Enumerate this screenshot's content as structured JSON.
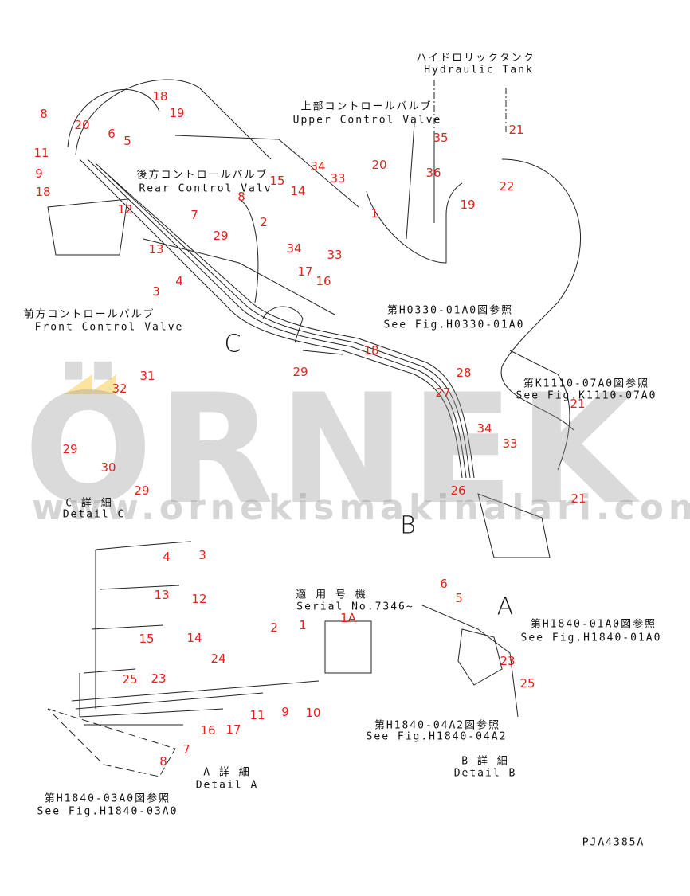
{
  "diagram": {
    "callouts": [
      "8",
      "20",
      "18",
      "19",
      "6",
      "5",
      "11",
      "9",
      "18",
      "12",
      "13",
      "3",
      "4",
      "15",
      "14",
      "34",
      "33",
      "20",
      "1",
      "7",
      "8",
      "29",
      "2",
      "34",
      "33",
      "17",
      "16",
      "18",
      "35",
      "21",
      "36",
      "22",
      "19",
      "29",
      "28",
      "27",
      "34",
      "33",
      "26",
      "21",
      "21",
      "31",
      "32",
      "29",
      "30",
      "29",
      "4",
      "3",
      "13",
      "12",
      "15",
      "14",
      "24",
      "25",
      "23",
      "2",
      "1",
      "1A",
      "11",
      "9",
      "10",
      "16",
      "17",
      "8",
      "7",
      "6",
      "5",
      "23",
      "25"
    ],
    "captions": {
      "hydraulic_tank_jp": "ハイドロリックタンク",
      "hydraulic_tank_en": "Hydraulic Tank",
      "upper_valve_jp": "上部コントロールバルブ",
      "upper_valve_en": "Upper Control Valve",
      "rear_valve_jp": "後方コントロールバルブ",
      "rear_valve_en": "Rear Control Valv",
      "front_valve_jp": "前方コントロールバルブ",
      "front_valve_en": "Front Control Valve",
      "ref_h0330_jp": "第H0330-01A0図参照",
      "ref_h0330_en": "See Fig.H0330-01A0",
      "ref_k1110_jp": "第K1110-07A0図参照",
      "ref_k1110_en": "See Fig.K1110-07A0",
      "detail_c_jp": "C 詳 細",
      "detail_c_en": "Detail C",
      "serial_jp": "適 用 号 機",
      "serial_en": "Serial No.7346~",
      "ref_h1840_01_jp": "第H1840-01A0図参照",
      "ref_h1840_01_en": "See Fig.H1840-01A0",
      "ref_h1840_04_jp": "第H1840-04A2図参照",
      "ref_h1840_04_en": "See Fig.H1840-04A2",
      "detail_b_jp": "B 詳 細",
      "detail_b_en": "Detail B",
      "detail_a_jp": "A 詳 細",
      "detail_a_en": "Detail A",
      "ref_h1840_03_jp": "第H1840-03A0図参照",
      "ref_h1840_03_en": "See Fig.H1840-03A0",
      "drawing_no": "PJA4385A"
    },
    "view_letters": {
      "c": "C",
      "b": "B",
      "a": "A"
    },
    "watermark": {
      "brand": "ÖRNEK",
      "url": "www.ornekismakinalari.com.tr"
    }
  }
}
